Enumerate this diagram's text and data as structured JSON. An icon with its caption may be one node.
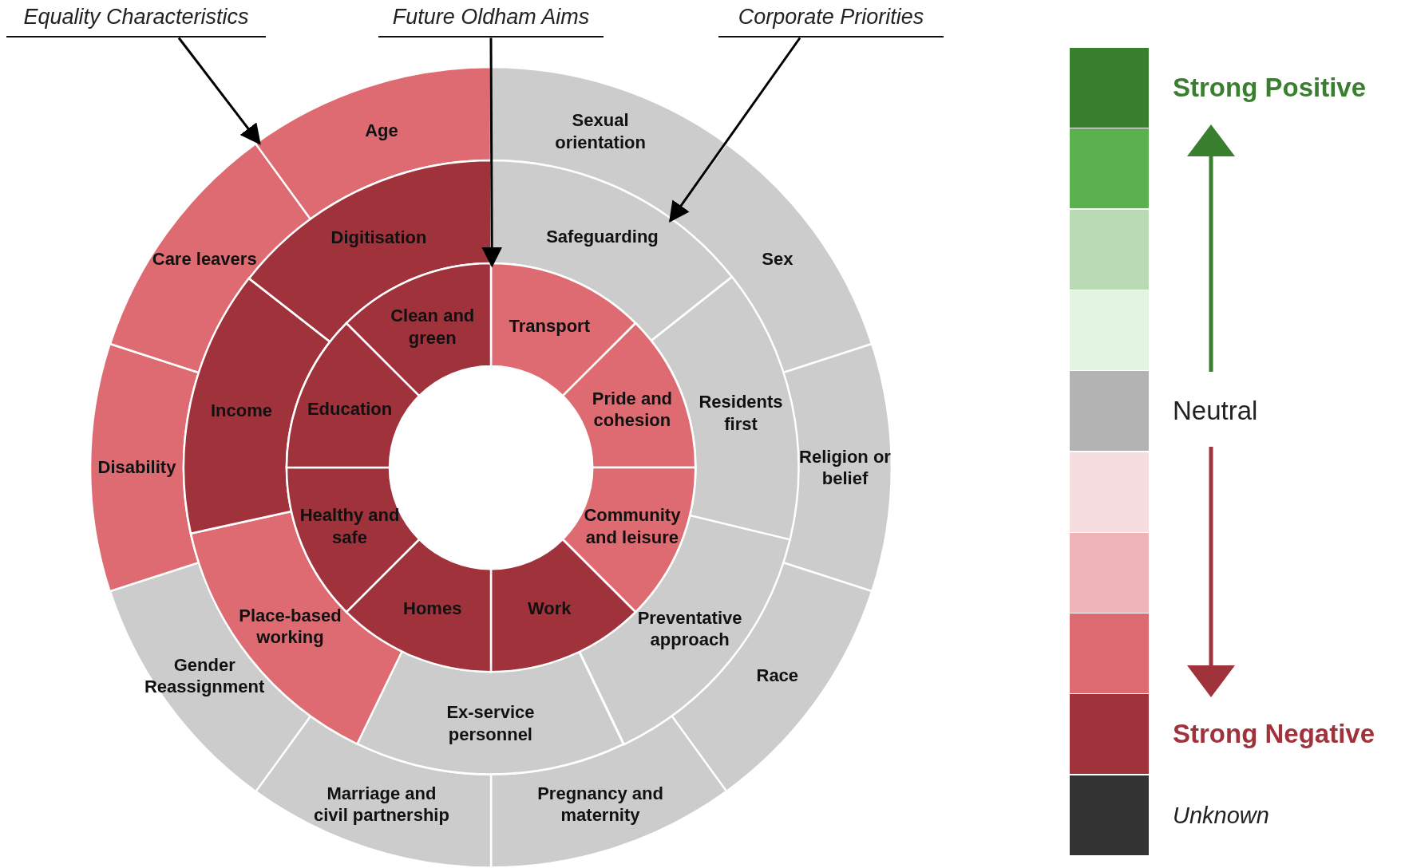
{
  "diagram": {
    "nodes": [
      {
        "text": [
          "Equality Characteristics"
        ]
      },
      {
        "text": [
          "Future Oldham Aims"
        ]
      },
      {
        "text": [
          "Corporate Priorities"
        ]
      },
      {
        "text": [
          "Sexual orientation"
        ]
      },
      {
        "text": [
          "Sex"
        ]
      },
      {
        "text": [
          "Religion or belief"
        ]
      },
      {
        "text": [
          "Race"
        ]
      },
      {
        "text": [
          "Pregnancy and maternity"
        ]
      },
      {
        "text": [
          "Marriage and civil partnership"
        ]
      },
      {
        "text": [
          "Gender Reassignment"
        ]
      },
      {
        "text": [
          "Disability"
        ]
      },
      {
        "text": [
          "Care leavers"
        ]
      },
      {
        "text": [
          "Age"
        ]
      },
      {
        "text": [
          "Safeguarding"
        ]
      },
      {
        "text": [
          "Residents first"
        ]
      },
      {
        "text": [
          "Preventative approach"
        ]
      },
      {
        "text": [
          "Ex-service personnel"
        ]
      },
      {
        "text": [
          "Place-based working"
        ]
      },
      {
        "text": [
          "Income"
        ]
      },
      {
        "text": [
          "Digitisation"
        ]
      },
      {
        "text": [
          "Transport"
        ]
      },
      {
        "text": [
          "Pride and cohesion"
        ]
      },
      {
        "text": [
          "Community and leisure"
        ]
      },
      {
        "text": [
          "Work"
        ]
      },
      {
        "text": [
          "Homes"
        ]
      },
      {
        "text": [
          "Healthy and safe"
        ]
      },
      {
        "text": [
          "Education"
        ]
      },
      {
        "text": [
          "Clean and green"
        ]
      }
    ],
    "edges": [
      {
        "from": 0,
        "to": 12,
        "arrow": "to"
      },
      {
        "from": 1,
        "to": 20,
        "arrow": "to"
      },
      {
        "from": 2,
        "to": 13,
        "arrow": "to"
      }
    ],
    "legend": [
      {
        "text": "Strong Positive",
        "color": "#3a7f2f"
      },
      {
        "text": "Neutral",
        "color": "#b3b3b3"
      },
      {
        "text": "Strong Negative",
        "color": "#9f323b"
      },
      {
        "text": "Unknown",
        "color": "#333333"
      }
    ]
  }
}
